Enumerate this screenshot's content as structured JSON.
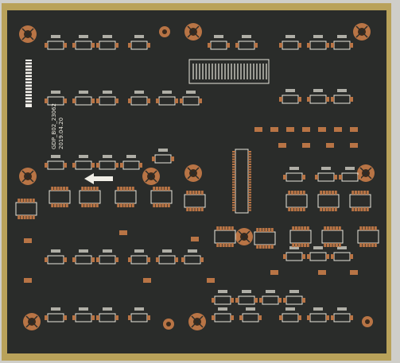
{
  "board": {
    "substrate_color": "#b9a25a",
    "mask_color": "#2a2c2a",
    "copper_color": "#b87445",
    "silk_color": "#e8e6dc"
  },
  "silkscreen": {
    "date_line_1": "2019.04.20",
    "date_line_2": "GDP_B02_23062",
    "arrow_icon": "arrow-left"
  }
}
